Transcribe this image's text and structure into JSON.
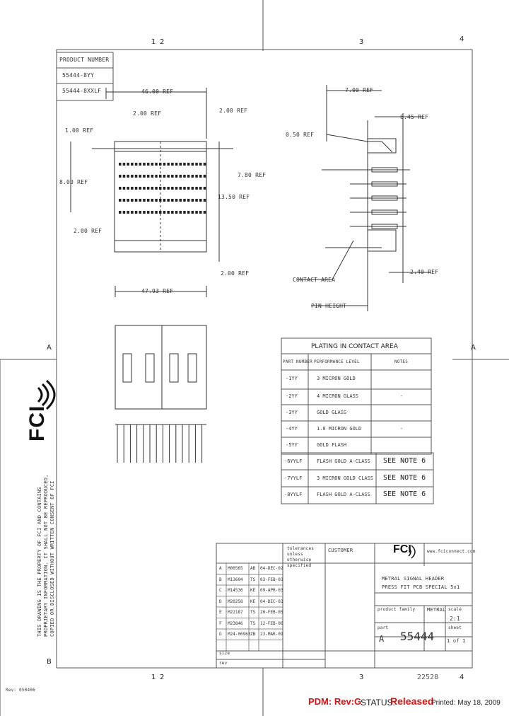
{
  "grid": {
    "top_cols": [
      "1",
      "2",
      "3",
      "4"
    ],
    "bottom_cols": [
      "1",
      "2",
      "3",
      "4"
    ],
    "rows": [
      "A",
      "B"
    ]
  },
  "product_box": {
    "header": "PRODUCT NUMBER",
    "rows": [
      "55444-8YY",
      "55444-8XXLF"
    ]
  },
  "dimensions": {
    "top_width": "46.00 REF",
    "pitch_small": "2.00 REF",
    "right_offset": "2.00 REF",
    "left_ref": "1.00 REF",
    "height_left": "8.00 REF",
    "height_mid": "13.50 REF",
    "bottom_left": "2.00 REF",
    "bottom_right": "2.00 REF",
    "body_height": "7.80 REF",
    "side_width": "7.00 REF",
    "side_right": "6.45 REF",
    "side_small": "0.50 REF",
    "side_bottom": "2.40 REF",
    "contact_area": "CONTACT AREA",
    "pin_length": "PIN HEIGHT",
    "lower_width": "47.93 REF"
  },
  "plating_table": {
    "title": "PLATING IN CONTACT AREA",
    "headers": [
      "PART NUMBER",
      "PERFORMANCE LEVEL",
      "NOTES"
    ],
    "rows": [
      [
        "-1YY",
        "3 MICRON GOLD",
        ""
      ],
      [
        "-2YY",
        "4 MICRON GLASS",
        "-"
      ],
      [
        "-3YY",
        "GOLD GLASS",
        ""
      ],
      [
        "-4YY",
        "1.0 MICRON GOLD",
        "-"
      ],
      [
        "-5YY",
        "GOLD FLASH",
        ""
      ]
    ],
    "rows_note": [
      [
        "-6YYLF",
        "FLASH GOLD A-CLASS",
        "SEE NOTE 6"
      ],
      [
        "-7YYLF",
        "3 MICRON GOLD CLASS",
        "SEE NOTE 6"
      ],
      [
        "-8YYLF",
        "FLASH GOLD A-CLASS",
        "SEE NOTE 6"
      ]
    ]
  },
  "title_block": {
    "tolerances": "tolerances unless otherwise specified",
    "customer": "CUSTOMER",
    "website": "www.fciconnect.com",
    "description": [
      "METRAL SIGNAL HEADER",
      "PRESS FIT PCB SPECIAL 5x1"
    ],
    "scale_label": "scale",
    "scale_value": "2:1",
    "product_family_label": "product family",
    "product_family_value": "METRAL",
    "sheet_label": "sheet",
    "sheet_value": "1 of 1",
    "part_label": "part",
    "part_number": "55444",
    "size": "A",
    "rev_rows": [
      [
        "A",
        "M00565",
        "AB",
        "04-DEC-02"
      ],
      [
        "B",
        "M13604",
        "TS",
        "03-FEB-03"
      ],
      [
        "C",
        "M14536",
        "KE",
        "09-APR-03"
      ],
      [
        "D",
        "M20258",
        "KE",
        "04-DEC-03"
      ],
      [
        "E",
        "M22187",
        "TS",
        "20-FEB-05"
      ],
      [
        "F",
        "M23846",
        "TS",
        "12-FEB-06"
      ],
      [
        "G",
        "M24-06963",
        "ZB",
        "23-MAR-09"
      ]
    ],
    "size_label": "size",
    "rev_label": "rev",
    "page_code": "22528"
  },
  "bottom_labels": {
    "corner": "Rev: 050406",
    "pdm_label": "PDM: Rev:G",
    "status_label": "STATUS:",
    "status_value": "Released",
    "printed": "Printed: May 18, 2009"
  },
  "side_note": "THIS DRAWING IS THE PROPERTY OF FCI AND CONTAINS PROPRIETARY INFORMATION. IT SHALL NOT BE REPRODUCED, COPIED OR DISCLOSED WITHOUT WRITTEN CONSENT OF FCI",
  "logo": {
    "text": "FCI",
    "color": "#111111"
  }
}
